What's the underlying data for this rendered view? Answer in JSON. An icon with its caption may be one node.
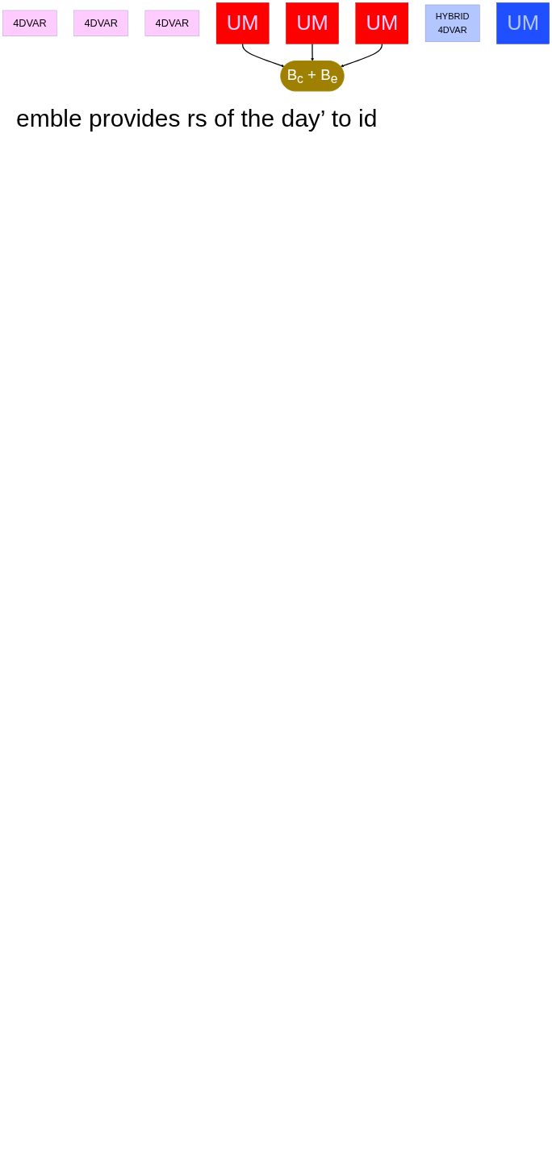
{
  "diagram": {
    "nodes": [
      {
        "text": [
          "4DVAR"
        ]
      },
      {
        "text": [
          "4DVAR"
        ]
      },
      {
        "text": [
          "4DVAR"
        ]
      },
      {
        "text": [
          "UM"
        ]
      },
      {
        "text": [
          "UM"
        ]
      },
      {
        "text": [
          "UM"
        ]
      },
      {
        "text": [
          "HYBRID",
          "4DVAR"
        ]
      },
      {
        "text": [
          "B$_{c}$ + B$_{e}$"
        ]
      },
      {
        "text": [
          "UM"
        ]
      }
    ],
    "edges": [
      {
        "from": 3,
        "to": 7,
        "arrow": "to"
      },
      {
        "from": 4,
        "to": 7,
        "arrow": "to"
      },
      {
        "from": 5,
        "to": 7,
        "arrow": "to"
      }
    ],
    "labels": [
      "emble provides rs of the day’ to id"
    ]
  }
}
